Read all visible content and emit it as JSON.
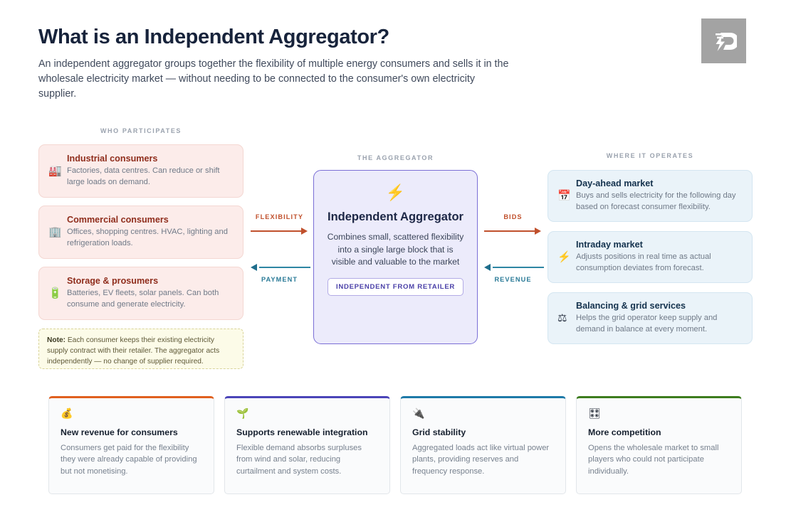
{
  "header": {
    "title": "What is an Independent Aggregator?",
    "subtitle": "An independent aggregator groups together the flexibility of multiple energy consumers and sells it in the wholesale electricity market — without needing to be connected to the consumer's own electricity supplier.",
    "logo_icon": "lightning-d-logo"
  },
  "colors": {
    "flexibility_arrow": "#c0502c",
    "payment_arrow": "#2e86a3",
    "left_card_bg": "#fcecea",
    "right_card_bg": "#eaf3f9",
    "center_box_bg": "#ecebfb",
    "center_box_border": "#7b6fd6",
    "note_bg": "#fcfbe8"
  },
  "sections": {
    "left_label": "WHO PARTICIPATES",
    "center_label": "THE AGGREGATOR",
    "right_label": "WHERE IT OPERATES"
  },
  "participants": [
    {
      "icon": "factory-icon",
      "glyph": "🏭",
      "title": "Industrial consumers",
      "desc": "Factories, data centres. Can reduce or shift large loads on demand."
    },
    {
      "icon": "office-building-icon",
      "glyph": "🏢",
      "title": "Commercial consumers",
      "desc": "Offices, shopping centres. HVAC, lighting and refrigeration loads."
    },
    {
      "icon": "battery-icon",
      "glyph": "🔋",
      "title": "Storage & prosumers",
      "desc": "Batteries, EV fleets, solar panels. Can both consume and generate electricity."
    }
  ],
  "note": {
    "label": "Note:",
    "text": " Each consumer keeps their existing electricity supply contract with their retailer. The aggregator acts independently — no change of supplier required."
  },
  "center": {
    "icon": "lightning-bolt-icon",
    "glyph": "⚡",
    "title": "Independent Aggregator",
    "desc": "Combines small, scattered flexibility into a single large block that is visible and valuable to the market",
    "badge": "INDEPENDENT FROM RETAILER"
  },
  "markets": [
    {
      "icon": "calendar-icon",
      "glyph": "📅",
      "title": "Day-ahead market",
      "desc": "Buys and sells electricity for the following day based on forecast consumer flexibility."
    },
    {
      "icon": "lightning-bolt-icon",
      "glyph": "⚡",
      "title": "Intraday market",
      "desc": "Adjusts positions in real time as actual consumption deviates from forecast."
    },
    {
      "icon": "balance-scales-icon",
      "glyph": "⚖",
      "title": "Balancing & grid services",
      "desc": "Helps the grid operator keep supply and demand in balance at every moment."
    }
  ],
  "flows": {
    "flexibility": "FLEXIBILITY",
    "payment": "PAYMENT",
    "bids": "BIDS",
    "revenue": "REVENUE"
  },
  "benefits": [
    {
      "icon": "money-bag-icon",
      "glyph": "💰",
      "accent": "#e0601f",
      "title": "New revenue for consumers",
      "desc": "Consumers get paid for the flexibility they were already capable of providing but not monetising."
    },
    {
      "icon": "seedling-icon",
      "glyph": "🌱",
      "accent": "#4b44b8",
      "title": "Supports renewable integration",
      "desc": "Flexible demand absorbs surpluses from wind and solar, reducing curtailment and system costs."
    },
    {
      "icon": "electric-plug-icon",
      "glyph": "🔌",
      "accent": "#1e7aa8",
      "title": "Grid stability",
      "desc": "Aggregated loads act like virtual power plants, providing reserves and frequency response."
    },
    {
      "icon": "control-panel-icon",
      "glyph": "🎛",
      "accent": "#3d7c1e",
      "title": "More competition",
      "desc": "Opens the wholesale market to small players who could not participate individually."
    }
  ]
}
